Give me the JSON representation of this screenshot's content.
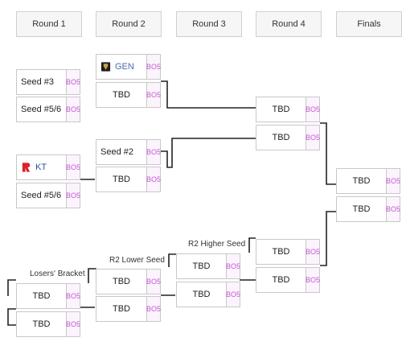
{
  "rounds": [
    "Round 1",
    "Round 2",
    "Round 3",
    "Round 4",
    "Finals"
  ],
  "bo_label": "BO5",
  "round1": {
    "match1": [
      {
        "name": "Seed #3"
      },
      {
        "name": "Seed #5/6"
      }
    ],
    "match2": [
      {
        "name": "KT",
        "logo": "kt-logo"
      },
      {
        "name": "Seed #5/6"
      }
    ],
    "losers_label": "Losers' Bracket",
    "match3": [
      {
        "name": "TBD"
      },
      {
        "name": "TBD"
      }
    ]
  },
  "round2": {
    "match1": [
      {
        "name": "GEN",
        "logo": "gen-logo"
      },
      {
        "name": "TBD"
      }
    ],
    "match2": [
      {
        "name": "Seed #2"
      },
      {
        "name": "TBD"
      }
    ],
    "lower_label": "R2 Lower Seed",
    "match3": [
      {
        "name": "TBD"
      },
      {
        "name": "TBD"
      }
    ]
  },
  "round3": {
    "higher_label": "R2 Higher Seed",
    "match1": [
      {
        "name": "TBD"
      },
      {
        "name": "TBD"
      }
    ]
  },
  "round4": {
    "match1": [
      {
        "name": "TBD"
      },
      {
        "name": "TBD"
      }
    ],
    "match2": [
      {
        "name": "TBD"
      },
      {
        "name": "TBD"
      }
    ]
  },
  "finals": {
    "match1": [
      {
        "name": "TBD"
      },
      {
        "name": "TBD"
      }
    ]
  },
  "colors": {
    "bo_accent": "#c45bd1",
    "connector": "#222222"
  }
}
